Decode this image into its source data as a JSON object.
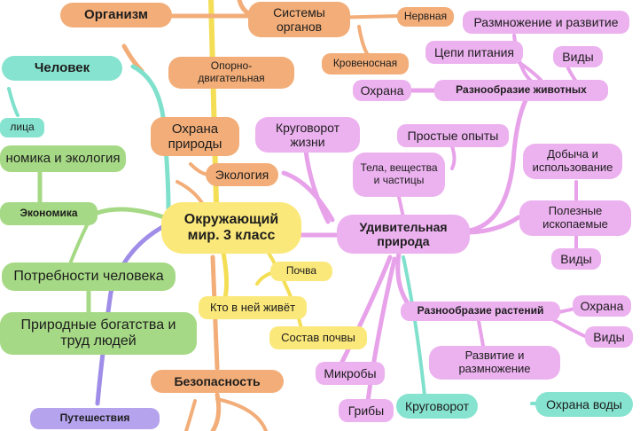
{
  "center": {
    "label": "Окружающий мир. 3 класс"
  },
  "orange": {
    "organizm": "Организм",
    "sistemy": "Системы органов",
    "nervnaya": "Нервная",
    "kozhnaya": "Кровеносная",
    "opora": "Опорно-двигательная",
    "ohrana_prirody": "Охрана природы",
    "ekologiya": "Экология",
    "bezopasnost": "Безопасность"
  },
  "pink": {
    "razmnozhenie": "Размножение и развитие",
    "cepi": "Цепи питания",
    "vidy_top": "Виды",
    "ohrana_top": "Охрана",
    "raznoobrazie_zhiv": "Разнообразие животных",
    "krugovorot_zhizni": "Круговорот жизни",
    "prostye": "Простые опыты",
    "tela": "Тела, вещества и частицы",
    "dobycha": "Добыча и использование",
    "udivitelnaya": "Удивительная природа",
    "poleznye": "Полезные ископаемые",
    "vidy_mid": "Виды",
    "raznoobrazie_rast": "Разнообразие растений",
    "ohrana_rast": "Охрана",
    "vidy_rast": "Виды",
    "razvitie_rast": "Развитие и размножение",
    "mikroby": "Микробы",
    "griby": "Грибы"
  },
  "green": {
    "ekonomika_ekologiya": "номика и экология",
    "ekonomika": "Экономика",
    "potrebnosti": "Потребности человека",
    "bogatstva": "Природные богатства и труд людей"
  },
  "teal": {
    "chelovek": "Человек",
    "lica": "лица",
    "krugovorot": "Круговорот",
    "ohrana_vody": "Охрана воды"
  },
  "yellow": {
    "pochva": "Почва",
    "kto_zhivet": "Кто в ней живёт",
    "sostav": "Состав почвы"
  },
  "purple": {
    "puteshestviya": "Путешествия"
  }
}
